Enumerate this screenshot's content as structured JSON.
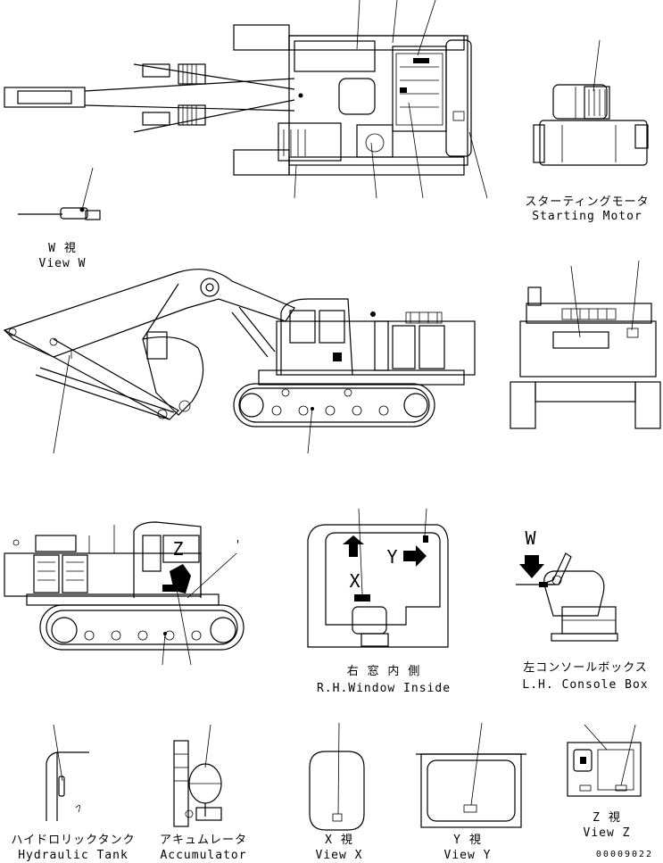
{
  "labels": {
    "starting_motor_jp": "スターティングモータ",
    "starting_motor_en": "Starting Motor",
    "view_w_jp": "W 視",
    "view_w_en": "View W",
    "rh_window_jp": "右 窓 内 側",
    "rh_window_en": "R.H.Window Inside",
    "lh_console_jp": "左コンソールボックス",
    "lh_console_en": "L.H. Console Box",
    "hydraulic_tank_jp": "ハイドロリックタンク",
    "hydraulic_tank_en": "Hydraulic Tank",
    "accumulator_jp": "アキュムレータ",
    "accumulator_en": "Accumulator",
    "view_x_jp": "X 視",
    "view_x_en": "View X",
    "view_y_jp": "Y 視",
    "view_y_en": "View Y",
    "view_z_jp": "Z 視",
    "view_z_en": "View Z",
    "drawing_number": "00009022"
  },
  "callouts": {
    "w": "W",
    "x": "X",
    "y": "Y",
    "z": "Z",
    "tick": "'"
  }
}
